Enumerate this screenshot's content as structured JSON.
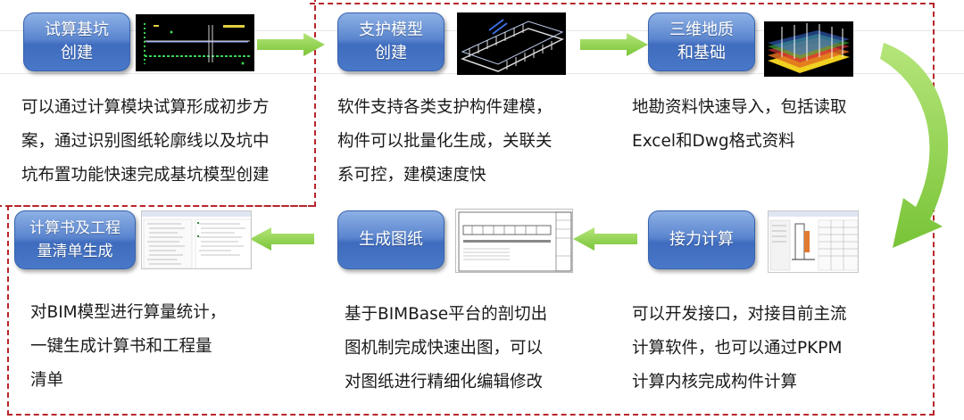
{
  "colors": {
    "button_blue": "#4a78c8",
    "arrow_green": "#8fd14f",
    "dashed_frame_red": "#b8252b"
  },
  "steps": [
    {
      "id": "trial-pit",
      "label": "试算基坑\n创建",
      "desc": "可以通过计算模块试算形成初步方\n案，通过识别图纸轮廓线以及坑中\n坑布置功能快速完成基坑模型创建"
    },
    {
      "id": "support-model",
      "label": "支护模型\n创建",
      "desc": "软件支持各类支护构件建模，\n构件可以批量化生成，关联关\n系可控，建模速度快"
    },
    {
      "id": "geology",
      "label": "三维地质\n和基础",
      "desc": "地勘资料快速导入，包括读取\nExcel和Dwg格式资料"
    },
    {
      "id": "relay-calc",
      "label": "接力计算",
      "desc": "可以开发接口，对接目前主流\n计算软件，也可以通过PKPM\n计算内核完成构件计算"
    },
    {
      "id": "drawings",
      "label": "生成图纸",
      "desc": "基于BIMBase平台的剖切出\n图机制完成快速出图，可以\n对图纸进行精细化编辑修改"
    },
    {
      "id": "report",
      "label": "计算书及工程\n量清单生成",
      "desc": "对BIM模型进行算量统计，\n一键生成计算书和工程量\n清单"
    }
  ]
}
